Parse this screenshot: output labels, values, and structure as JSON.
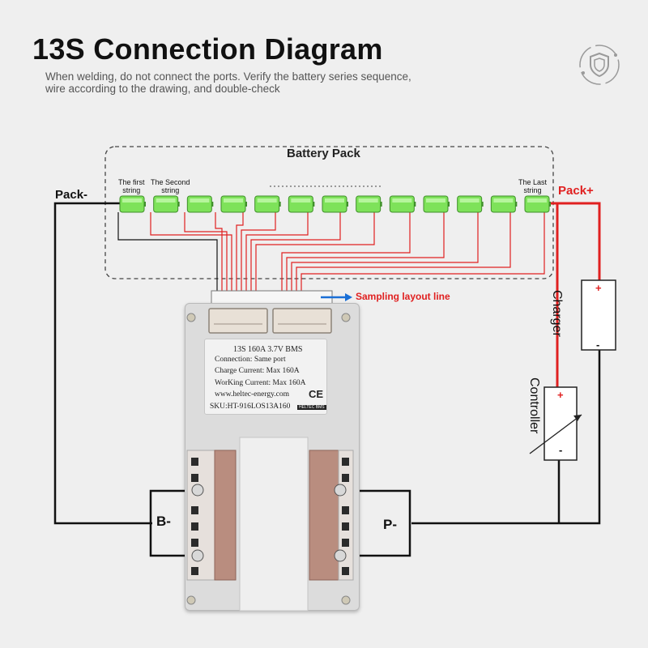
{
  "header": {
    "title": "13S Connection Diagram",
    "subtitle_line1": "When welding, do not connect the ports. Verify the battery series sequence,",
    "subtitle_line2": "wire according to the drawing, and double-check"
  },
  "battery_pack": {
    "title": "Battery Pack",
    "first_string": "The first\nstring",
    "second_string": "The Second\nstring",
    "last_string": "The Last\nstring",
    "cell_count": 13,
    "cell_color": "#7ee25a"
  },
  "labels": {
    "pack_minus": "Pack-",
    "pack_plus": "Pack+",
    "sampling_line": "Sampling layout line",
    "b_minus": "B-",
    "p_minus": "P-",
    "charger": "Charger",
    "controller": "Controller",
    "plus": "+",
    "minus": "-"
  },
  "bms_label": {
    "model": "13S 160A 3.7V BMS",
    "connection": "Connection:  Same port",
    "charge_current": "Charge Current:   Max 160A",
    "working_current": "WorKing Current:  Max 160A",
    "website": "www.heltec-energy.com",
    "ce": "CE",
    "sku": "SKU:HT-916LOS13A160",
    "brand": "HELTEC BMS"
  },
  "colors": {
    "wire_red": "#e02020",
    "wire_black": "#111111",
    "arrow_blue": "#1a6fd6",
    "sampling_text": "#e02020"
  }
}
